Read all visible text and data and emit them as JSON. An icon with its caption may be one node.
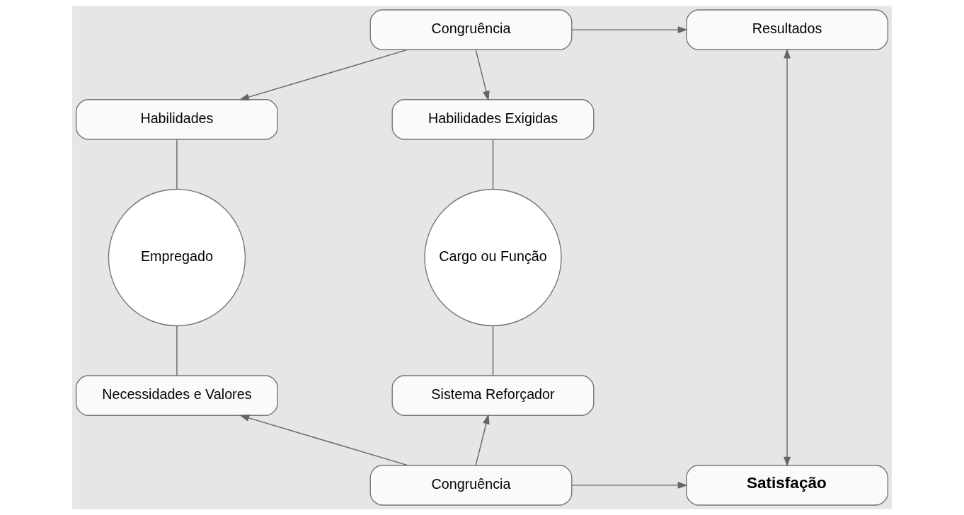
{
  "diagram": {
    "nodes": [
      {
        "text": [
          "Congruência"
        ]
      },
      {
        "text": [
          "Resultados"
        ]
      },
      {
        "text": [
          "Habilidades"
        ]
      },
      {
        "text": [
          "Habilidades Exigidas"
        ]
      },
      {
        "text": [
          "Empregado"
        ]
      },
      {
        "text": [
          "Cargo ou Função"
        ]
      },
      {
        "text": [
          "Necessidades e Valores"
        ]
      },
      {
        "text": [
          "Sistema Reforçador"
        ]
      },
      {
        "text": [
          "Congruência"
        ]
      },
      {
        "text": [
          "Satisfação"
        ]
      }
    ],
    "edges": [
      {
        "from": 0,
        "to": 1,
        "arrow": "to"
      },
      {
        "from": 0,
        "to": 2,
        "arrow": "to"
      },
      {
        "from": 0,
        "to": 3,
        "arrow": "to"
      },
      {
        "from": 2,
        "to": 4,
        "arrow": "none"
      },
      {
        "from": 3,
        "to": 5,
        "arrow": "none"
      },
      {
        "from": 4,
        "to": 6,
        "arrow": "none"
      },
      {
        "from": 5,
        "to": 7,
        "arrow": "none"
      },
      {
        "from": 8,
        "to": 6,
        "arrow": "to"
      },
      {
        "from": 8,
        "to": 7,
        "arrow": "to"
      },
      {
        "from": 1,
        "to": 9,
        "arrow": "both"
      },
      {
        "from": 8,
        "to": 9,
        "arrow": "to"
      }
    ]
  }
}
